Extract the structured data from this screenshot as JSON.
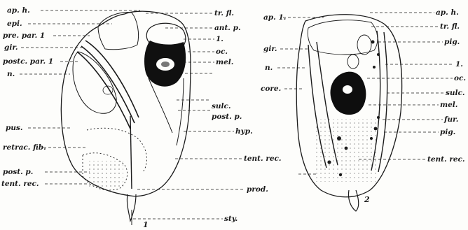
{
  "figure_1": {
    "number": "1",
    "left_labels": [
      "ap. h.",
      "epi.",
      "pre. par. 1",
      "gir.",
      "postc. par. 1",
      "n.",
      "pus.",
      "retrac. fib.",
      "post. p.",
      "tent. rec."
    ],
    "right_labels": [
      "tr. fl.",
      "ant. p.",
      "1.",
      "oc.",
      "mel.",
      "sulc.",
      "post. p."
    ],
    "bottom_labels": [
      "hyp.",
      "tent. rec.",
      "prod.",
      "sty."
    ]
  },
  "figure_2": {
    "number": "2",
    "left_labels": [
      "ap. 1.",
      "gir.",
      "n.",
      "core."
    ],
    "right_labels": [
      "ap. h.",
      "tr. fl.",
      "pig.",
      "1.",
      "oc.",
      "sulc.",
      "mel.",
      "fur.",
      "pig.",
      "tent. rec."
    ]
  },
  "colors": {
    "ink": "#1a1a1a",
    "paper": "#fdfdfb"
  }
}
